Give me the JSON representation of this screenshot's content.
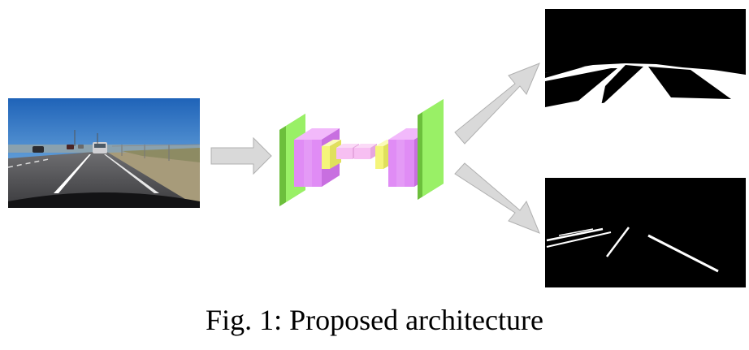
{
  "caption": "Fig. 1: Proposed architecture",
  "colors": {
    "arrow_fill": "#d9d9d9",
    "arrow_stroke": "#b0b0b0",
    "encoder_outer": "#99f066",
    "encoder_conv": "#e08cf5",
    "pool": "#f5f57a",
    "bottleneck": "#f7bff2",
    "mask_background": "#000000",
    "mask_foreground": "#ffffff"
  },
  "icons": {
    "input_image": "road-scene-photo",
    "network": "encoder-decoder-blocks",
    "output_top": "drivable-area-mask",
    "output_bottom": "lane-line-mask"
  }
}
